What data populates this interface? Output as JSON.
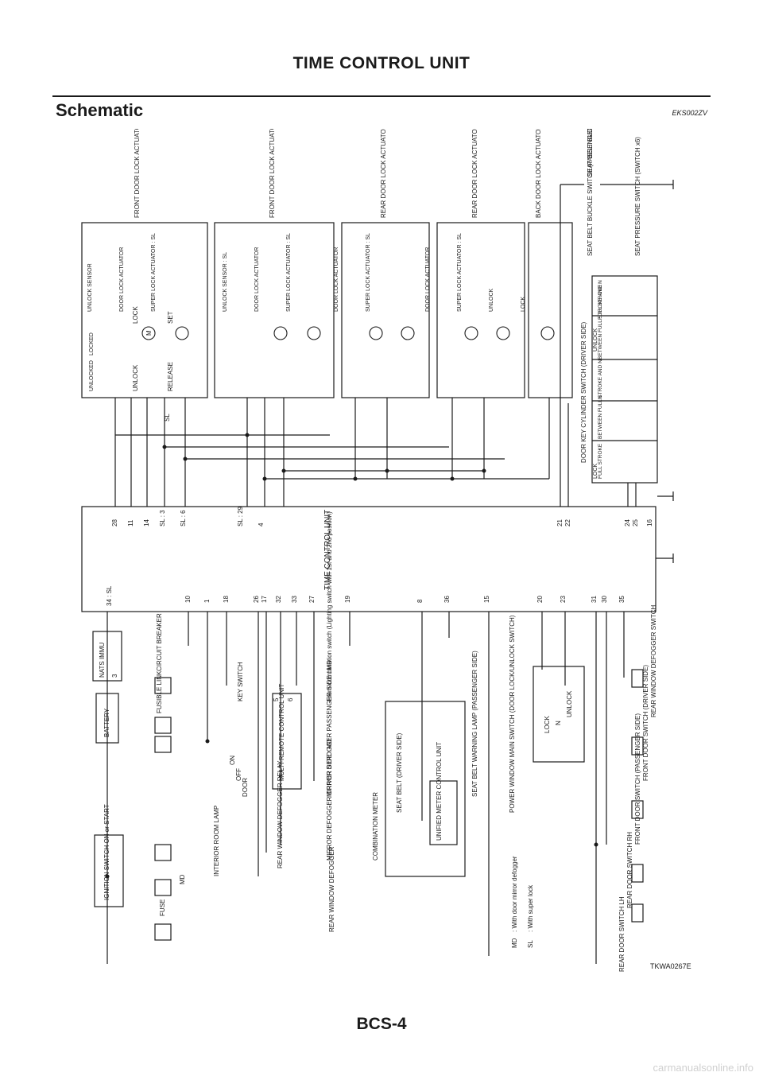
{
  "page": {
    "title": "TIME CONTROL UNIT",
    "section": "Schematic",
    "section_code": "EKS002ZV",
    "figure_code": "TKWA0267E",
    "page_number": "BCS-4",
    "watermark": "carmanualsonline.info"
  },
  "diagram": {
    "central_unit": {
      "label": "TIME CONTROL UNIT",
      "top_pins": [
        "34 : SL",
        "10",
        "1",
        "18",
        "26",
        "17",
        "32",
        "33",
        "27",
        "19",
        "8",
        "36",
        "15",
        "20",
        "23",
        "31",
        "30",
        "35"
      ],
      "bottom_pins": [
        "28",
        "11",
        "14",
        "SL : 3",
        "SL : 6",
        "SL : 29",
        "4",
        "21",
        "22",
        "24",
        "25",
        "16"
      ]
    },
    "actuators": [
      {
        "title": "FRONT DOOR LOCK ACTUATOR (DRIVER SIDE)",
        "rows": [
          "UNLOCK SENSOR",
          "DOOR LOCK ACTUATOR",
          "SUPER LOCK ACTUATOR : SL"
        ]
      },
      {
        "title": "FRONT DOOR LOCK ACTUATOR (PASSENGER SIDE)",
        "rows": [
          "UNLOCK SENSOR : SL",
          "DOOR LOCK ACTUATOR",
          "SUPER LOCK ACTUATOR : SL"
        ]
      },
      {
        "title": "REAR DOOR LOCK ACTUATOR RH",
        "rows": [
          "DOOR LOCK ACTUATOR",
          "SUPER LOCK ACTUATOR : SL"
        ]
      },
      {
        "title": "REAR DOOR LOCK ACTUATOR LH",
        "rows": [
          "DOOR LOCK ACTUATOR",
          "SUPER LOCK ACTUATOR : SL"
        ]
      },
      {
        "title": "BACK DOOR LOCK ACTUATOR",
        "rows": [
          "UNLOCK",
          "LOCK"
        ]
      }
    ],
    "actuator_terms": {
      "unlocked": "UNLOCKED",
      "locked": "LOCKED",
      "unlock": "UNLOCK",
      "lock": "LOCK",
      "release": "RELEASE",
      "set": "SET",
      "motor": "M",
      "sl": "SL",
      "md": "MD"
    },
    "key_cylinder": {
      "title": "DOOR KEY CYLINDER SWITCH (DRIVER SIDE)",
      "columns": [
        "FULL STROKE",
        "BETWEEN FULL STROKE AND N",
        "N",
        "BETWEEN FULL STROKE AND N",
        "FULL STROKE"
      ],
      "groups": [
        "LOCK",
        "UNLOCK"
      ]
    },
    "seat_switches": [
      "SEAT BELT BUCKLE SWITCH (DRIVER SIDE)",
      "SEAT BELT BUCKLE SWITCH (PASSENGER SIDE)",
      "SEAT PRESSURE SWITCH (SWITCH x6)"
    ],
    "power_side": {
      "ignition": "IGNITION SWITCH ON or START",
      "battery": "BATTERY",
      "nats": "NATS IMMU",
      "nats_pin": "3",
      "circuit_breaker": "CIRCUIT BREAKER",
      "fusible_link": "FUSIBLE LINK",
      "fuse": "FUSE",
      "key_switch": "KEY SWITCH",
      "interior_lamp": "INTERIOR ROOM LAMP",
      "lamp_positions": [
        "ON",
        "OFF",
        "DOOR"
      ],
      "multi_remote": "MULTI-REMOTE CONTROL UNIT",
      "multi_remote_pins": [
        "5",
        "6"
      ],
      "lighting_note": "From combination switch (Lighting switch with 1st and 2nd position)",
      "relay": "REAR WINDOW DEFOGGER RELAY",
      "rear_defogger": "REAR WINDOW DEFOGGER",
      "mirror_driver": "MIRROR DEFOGGER DRIVER SIDE : MD",
      "mirror_passenger": "MIRROR DEFOGGER PASSENGER SIDE : MD",
      "combination_meter": "COMBINATION METER",
      "seat_belt_driver": "SEAT BELT (DRIVER SIDE)",
      "unified_meter": "UNIFIED METER CONTROL UNIT",
      "seat_belt_lamp": "SEAT BELT WARNING LAMP (PASSENGER SIDE)",
      "power_window": "POWER WINDOW MAIN SWITCH (DOOR LOCK/UNLOCK SWITCH)",
      "pw_positions": [
        "LOCK",
        "N",
        "UNLOCK"
      ],
      "door_switches": [
        "REAR DOOR SWITCH LH",
        "REAR DOOR SWITCH RH",
        "FRONT DOOR SWITCH (PASSENGER SIDE)",
        "FRONT DOOR SWITCH (DRIVER SIDE)",
        "REAR WINDOW DEFOGGER SWITCH"
      ]
    },
    "legend": [
      {
        "code": "MD",
        "text": ": With door mirror defogger"
      },
      {
        "code": "SL",
        "text": ": With super lock"
      }
    ]
  }
}
